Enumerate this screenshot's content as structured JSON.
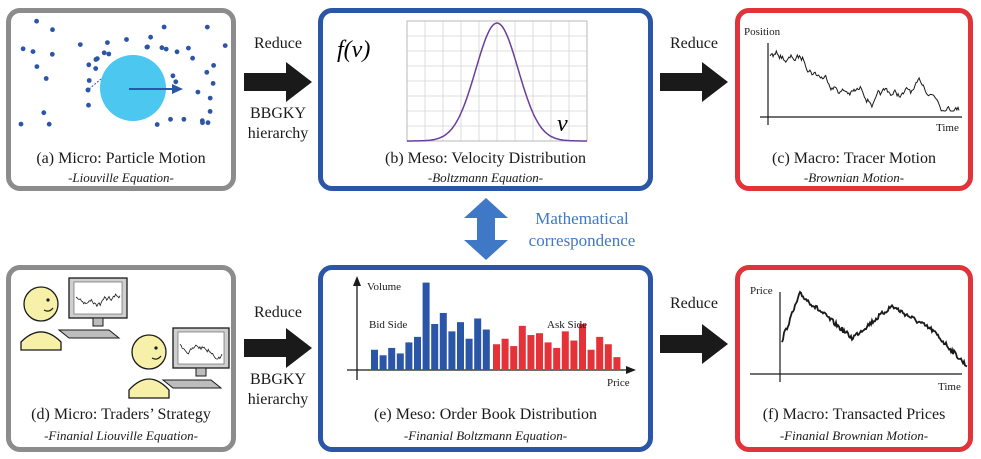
{
  "panels": {
    "a": {
      "title": "(a) Micro: Particle Motion",
      "subtitle": "-Liouville Equation-"
    },
    "b": {
      "title": "(b) Meso: Velocity Distribution",
      "subtitle": "-Boltzmann Equation-",
      "ylabel": "f(v)",
      "xlabel": "v"
    },
    "c": {
      "title": "(c) Macro: Tracer Motion",
      "subtitle": "-Brownian Motion-",
      "ylabel": "Position",
      "xlabel": "Time"
    },
    "d": {
      "title": "(d) Micro: Traders’ Strategy",
      "subtitle": "-Finanial Liouville Equation-"
    },
    "e": {
      "title": "(e) Meso: Order Book Distribution",
      "subtitle": "-Finanial Boltzmann Equation-",
      "ylabel": "Volume",
      "xlabel": "Price",
      "bid_label": "Bid Side",
      "ask_label": "Ask Side"
    },
    "f": {
      "title": "(f) Macro: Transacted Prices",
      "subtitle": "-Finanial Brownian Motion-",
      "ylabel": "Price",
      "xlabel": "Time"
    }
  },
  "arrows": {
    "top_left": {
      "label_top": "Reduce",
      "label_bottom_1": "BBGKY",
      "label_bottom_2": "hierarchy"
    },
    "top_right": {
      "label_top": "Reduce"
    },
    "bottom_left": {
      "label_top": "Reduce",
      "label_bottom_1": "BBGKY",
      "label_bottom_2": "hierarchy"
    },
    "bottom_right": {
      "label_top": "Reduce"
    }
  },
  "correspondence": {
    "line1": "Mathematical",
    "line2": "correspondence"
  },
  "colors": {
    "gray": "#8c8c8c",
    "blue": "#2b55a6",
    "red": "#e0333a",
    "particle": "#4cc7ef",
    "bid": "#2b55a6",
    "ask": "#e53238",
    "curve": "#6a3e9a",
    "face": "#f6f0a8"
  },
  "chart_data": [
    {
      "type": "line",
      "panel": "b",
      "description_series": "gaussian",
      "x": [
        -3,
        -2.5,
        -2,
        -1.5,
        -1,
        -0.5,
        0,
        0.5,
        1,
        1.5,
        2,
        2.5,
        3
      ],
      "y": [
        0.01,
        0.04,
        0.14,
        0.32,
        0.61,
        0.88,
        1.0,
        0.88,
        0.61,
        0.32,
        0.14,
        0.04,
        0.01
      ]
    },
    {
      "type": "bar",
      "panel": "e",
      "bid_values": [
        0.22,
        0.16,
        0.24,
        0.18,
        0.3,
        0.36,
        0.95,
        0.5,
        0.62,
        0.42,
        0.52,
        0.34,
        0.56,
        0.44
      ],
      "ask_values": [
        0.28,
        0.34,
        0.26,
        0.48,
        0.38,
        0.4,
        0.3,
        0.24,
        0.42,
        0.32,
        0.5,
        0.22,
        0.36,
        0.28,
        0.14
      ]
    }
  ]
}
